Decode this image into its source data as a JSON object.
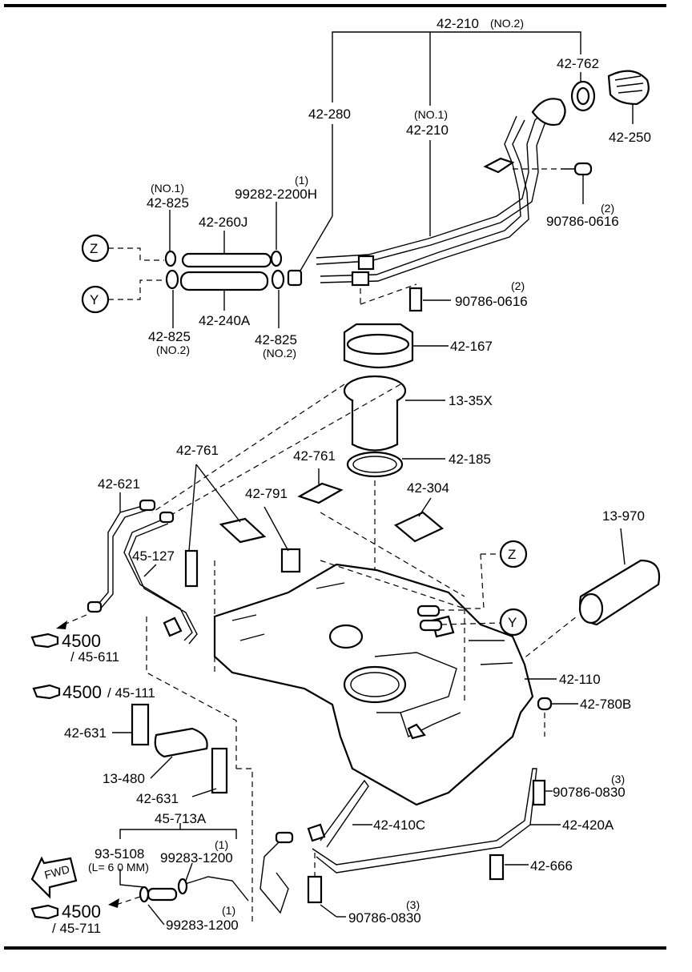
{
  "labels": {
    "l_42_210_no2": "42-210",
    "l_no2_a": "(NO.2)",
    "l_42_762": "42-762",
    "l_42_250": "42-250",
    "l_42_280": "42-280",
    "l_no1_a": "(NO.1)",
    "l_42_210": "42-210",
    "l_90786_0616_a": "90786-0616",
    "l_qty2_a": "(2)",
    "l_no1_b": "(NO.1)",
    "l_42_825_a": "42-825",
    "l_qty1_a": "(1)",
    "l_99282": "99282-2200H",
    "l_42_260j": "42-260J",
    "l_z1": "Z",
    "l_y1": "Y",
    "l_42_240a": "42-240A",
    "l_42_825_b": "42-825",
    "l_no2_b": "(NO.2)",
    "l_42_825_c": "42-825",
    "l_no2_c": "(NO.2)",
    "l_90786_0616_b": "90786-0616",
    "l_qty2_b": "(2)",
    "l_42_167": "42-167",
    "l_13_35x": "13-35X",
    "l_42_185": "42-185",
    "l_42_761_a": "42-761",
    "l_42_761_b": "42-761",
    "l_42_791": "42-791",
    "l_42_304": "42-304",
    "l_13_970": "13-970",
    "l_42_621": "42-621",
    "l_45_127": "45-127",
    "l_z2": "Z",
    "l_y2": "Y",
    "l_4500_a": "4500",
    "l_45_611": "/ 45-611",
    "l_42_110": "42-110",
    "l_4500_b": "4500",
    "l_45_111": "/ 45-111",
    "l_42_780b": "42-780B",
    "l_42_631_a": "42-631",
    "l_13_480": "13-480",
    "l_42_631_b": "42-631",
    "l_90786_0830_a": "90786-0830",
    "l_qty3_a": "(3)",
    "l_45_713a": "45-713A",
    "l_42_410c": "42-410C",
    "l_42_420a": "42-420A",
    "l_93_5108": "93-5108",
    "l_l60": "(L= 6 0 MM)",
    "l_99283_a": "99283-1200",
    "l_qty1_b": "(1)",
    "l_42_666": "42-666",
    "l_fwd": "FWD",
    "l_4500_c": "4500",
    "l_45_711": "/ 45-711",
    "l_99283_b": "99283-1200",
    "l_qty1_c": "(1)",
    "l_90786_0830_b": "90786-0830",
    "l_qty3_b": "(3)"
  }
}
